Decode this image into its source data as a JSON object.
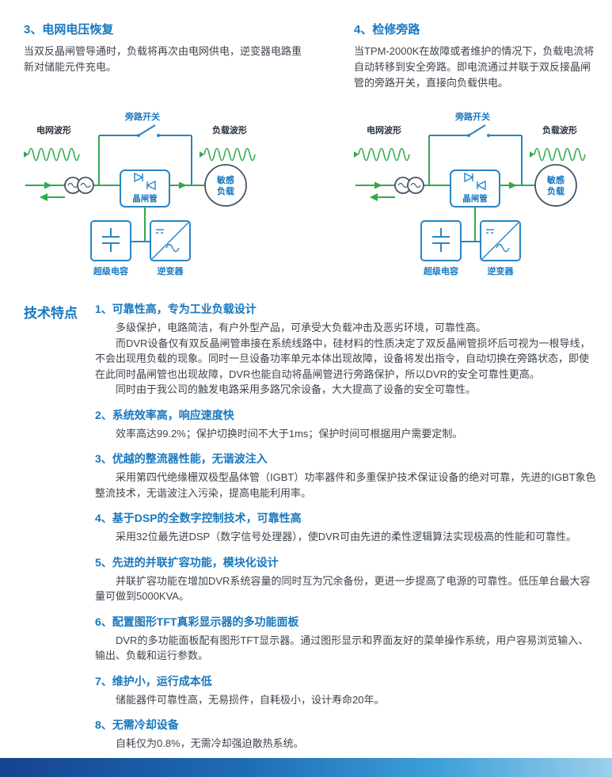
{
  "colors": {
    "accent_blue": "#1878BE",
    "circuit_green": "#2FAB4C",
    "diagram_blue": "#2A85C4"
  },
  "top_sections": [
    {
      "title": "3、电网电压恢复",
      "body": "当双反晶闸管导通时，负载将再次由电网供电，逆变器电路重新对储能元件充电。"
    },
    {
      "title": "4、检修旁路",
      "body": "当TPM-2000K在故障或者维护的情况下，负载电流将自动转移到安全旁路。即电流通过并联于双反接晶闸管的旁路开关，直接向负载供电。"
    }
  ],
  "diagram": {
    "bypass_switch": "旁路开关",
    "grid_waveform": "电网波形",
    "load_waveform": "负载波形",
    "thyristor": "晶闸管",
    "sensitive_load_line1": "敏感",
    "sensitive_load_line2": "负载",
    "supercapacitor": "超级电容",
    "inverter": "逆变器"
  },
  "features": {
    "header": "技术特点",
    "items": [
      {
        "title": "1、可靠性高，专为工业负载设计",
        "paragraphs": [
          "多级保护，电路简洁，有户外型产品，可承受大负载冲击及恶劣环境，可靠性高。",
          "而DVR设备仅有双反晶闸管串接在系统线路中，硅材料的性质决定了双反晶闸管损坏后可视为一根导线，不会出现甩负载的现象。同时一旦设备功率单元本体出现故障，设备将发出指令，自动切换在旁路状态，即使在此同时晶闸管也出现故障，DVR也能自动将晶闸管进行旁路保护，所以DVR的安全可靠性更高。",
          "同时由于我公司的触发电路采用多路冗余设备，大大提高了设备的安全可靠性。"
        ]
      },
      {
        "title": "2、系统效率高，响应速度快",
        "paragraphs": [
          "效率高达99.2%；保护切换时间不大于1ms；保护时间可根据用户需要定制。"
        ]
      },
      {
        "title": "3、优越的整流器性能，无谐波注入",
        "paragraphs": [
          "采用第四代绝缘栅双极型晶体管（IGBT）功率器件和多重保护技术保证设备的绝对可靠，先进的IGBT象色整流技术，无谐波注入污染，提高电能利用率。"
        ]
      },
      {
        "title": "4、基于DSP的全数字控制技术，可靠性高",
        "paragraphs": [
          "采用32位最先进DSP（数字信号处理器），使DVR可由先进的柔性逻辑算法实现极高的性能和可靠性。"
        ]
      },
      {
        "title": "5、先进的并联扩容功能，模块化设计",
        "paragraphs": [
          "并联扩容功能在增加DVR系统容量的同时互为冗余备份，更进一步提高了电源的可靠性。低压单台最大容量可做到5000KVA。"
        ]
      },
      {
        "title": "6、配置图形TFT真彩显示器的多功能面板",
        "paragraphs": [
          "DVR的多功能面板配有图形TFT显示器。通过图形显示和界面友好的菜单操作系统，用户容易浏览输入、输出、负载和运行参数。"
        ]
      },
      {
        "title": "7、维护小，运行成本低",
        "paragraphs": [
          "储能器件可靠性高，无易损件，自耗极小，设计寿命20年。"
        ]
      },
      {
        "title": "8、无需冷却设备",
        "paragraphs": [
          "自耗仅为0.8%，无需冷却强迫散热系统。"
        ]
      }
    ]
  }
}
